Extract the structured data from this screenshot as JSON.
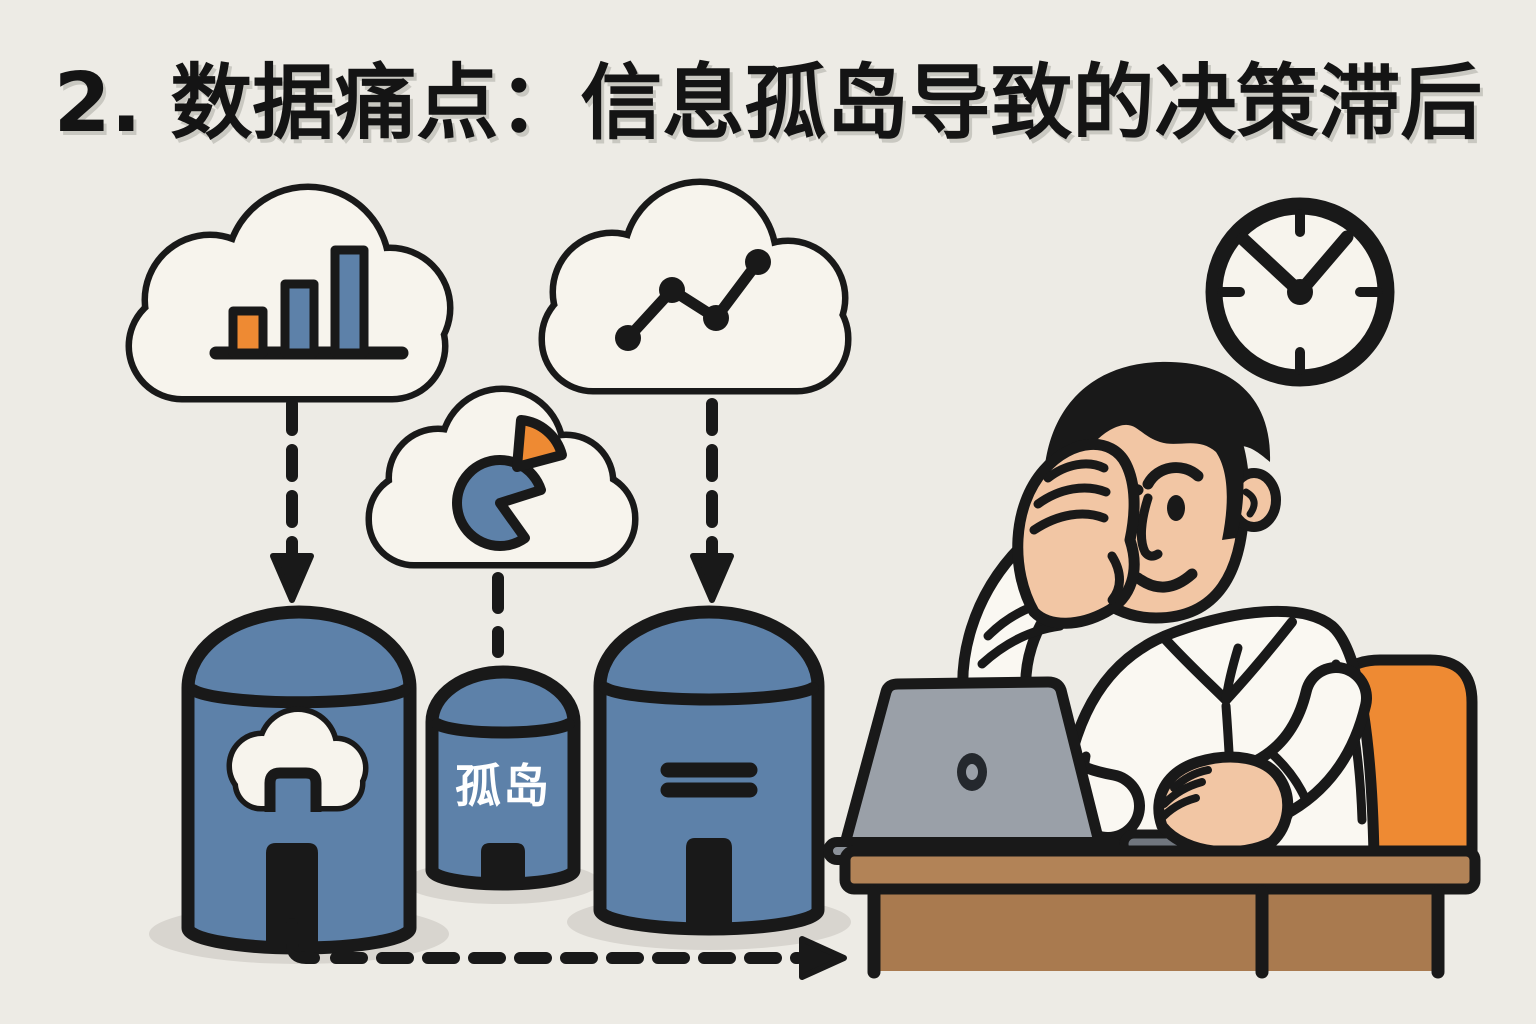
{
  "title": "2. 数据痛点：信息孤岛导致的决策滞后",
  "illustration": {
    "clouds": [
      {
        "name": "cloud-bar-chart",
        "icon": "bar-chart-icon"
      },
      {
        "name": "cloud-line-chart",
        "icon": "line-chart-icon"
      },
      {
        "name": "cloud-pie-chart",
        "icon": "pie-chart-icon"
      }
    ],
    "silos": [
      {
        "name": "data-silo-left",
        "icon": "cloud-cutout-icon",
        "label": ""
      },
      {
        "name": "data-silo-middle",
        "icon": "text-label",
        "label": "孤岛"
      },
      {
        "name": "data-silo-right",
        "icon": "equals-bars-icon",
        "label": ""
      }
    ],
    "clock": {
      "icon": "clock-icon",
      "time_shown": "10:10"
    },
    "person": {
      "icon": "worried-man-at-laptop"
    },
    "objects": [
      "laptop",
      "desk",
      "office-chair"
    ]
  },
  "colors": {
    "background": "#edebe5",
    "outline": "#191919",
    "blue": "#5d81a9",
    "orange": "#ee8a33",
    "cloud_fill": "#f7f4ed",
    "skin": "#f2c6a4",
    "shirt": "#faf8f2",
    "laptop_gray": "#9aa0a8",
    "desk_top": "#b28357",
    "desk_front": "#a97a4f",
    "shadow": "#d8d5cf",
    "silo_label_text": "#ffffff"
  }
}
